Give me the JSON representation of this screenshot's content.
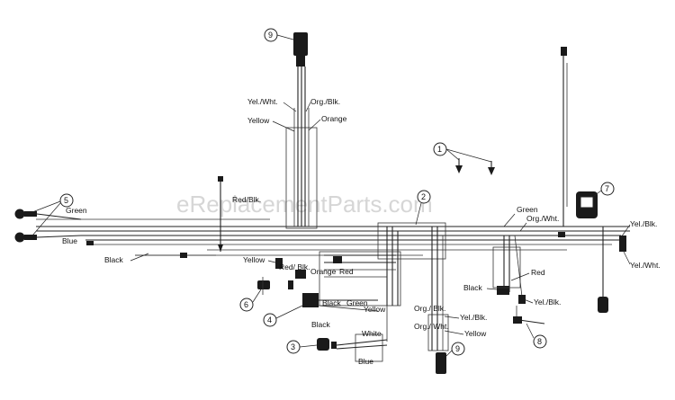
{
  "watermark": "eReplacementParts.com",
  "callouts": {
    "c1": "1",
    "c2": "2",
    "c3": "3",
    "c4": "4",
    "c5": "5",
    "c6": "6",
    "c7": "7",
    "c8": "8",
    "c9": "9"
  },
  "wires": {
    "yel_wht_top": "Yel./Wht.",
    "org_blk_top": "Org./Blk.",
    "yellow_top": "Yellow",
    "orange_top": "Orange",
    "green_left": "Green",
    "blue_left": "Blue",
    "black_left": "Black",
    "red_blk": "Red/Blk.",
    "yellow_mid": "Yellow",
    "red_blk_mid": "Red/ Blk.",
    "orange_mid": "Orange",
    "red_mid": "Red",
    "black_mid": "Black",
    "green_mid": "Green",
    "yellow_mid2": "Yellow",
    "black_low": "Black",
    "white": "White",
    "blue_low": "Blue",
    "org_blk_low": "Org./ Blk.",
    "org_wht_low": "Org./ Wht.",
    "yel_blk_low": "Yel./Blk.",
    "yellow_low": "Yellow",
    "green_right": "Green",
    "org_wht_right": "Org./Wht.",
    "red_right": "Red",
    "black_right": "Black",
    "yel_blk_right": "Yel./Blk.",
    "yel_blk_far": "Yel./Blk.",
    "yel_wht_far": "Yel./Wht."
  }
}
